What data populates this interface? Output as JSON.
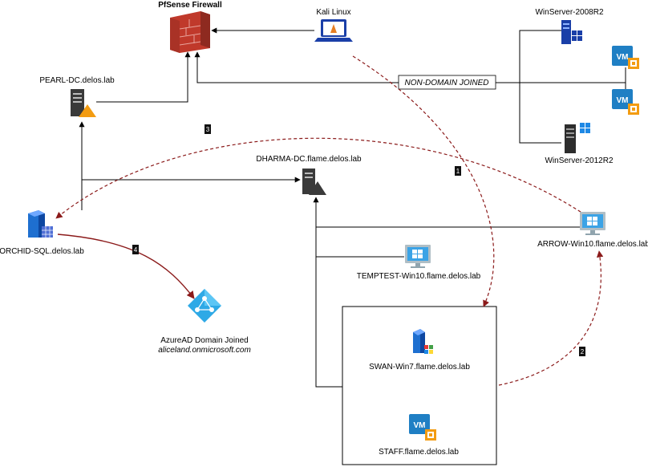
{
  "nodes": {
    "firewall": {
      "label": "PfSense Firewall"
    },
    "kali": {
      "label": "Kali Linux"
    },
    "win2008": {
      "label": "WinServer-2008R2"
    },
    "win2012": {
      "label": "WinServer-2012R2"
    },
    "pearl": {
      "label": "PEARL-DC.delos.lab"
    },
    "dharma": {
      "label": "DHARMA-DC.flame.delos.lab"
    },
    "orchid": {
      "label": "ORCHID-SQL.delos.lab"
    },
    "azure": {
      "label": "AzureAD Domain Joined",
      "sublabel": "aliceland.onmicrosoft.com"
    },
    "temptest": {
      "label": "TEMPTEST-Win10.flame.delos.lab"
    },
    "arrow": {
      "label": "ARROW-Win10.flame.delos.lab"
    },
    "swan": {
      "label": "SWAN-Win7.flame.delos.lab"
    },
    "staff": {
      "label": "STAFF.flame.delos.lab"
    },
    "vm1": {
      "label": "VM"
    },
    "vm2": {
      "label": "VM"
    },
    "vm3": {
      "label": "VM"
    }
  },
  "network": {
    "non_domain_label": "NON-DOMAIN JOINED"
  },
  "steps": [
    "1",
    "2",
    "3",
    "4"
  ],
  "colors": {
    "attack": "#8b1a1a",
    "line": "#000000",
    "firewall": "#c0392b",
    "server_dark": "#3a3a3a",
    "windows_blue": "#1e88e5",
    "warning_orange": "#f39c12",
    "azure_blue": "#2ea9e6",
    "vm_blue": "#1f7fc4"
  }
}
